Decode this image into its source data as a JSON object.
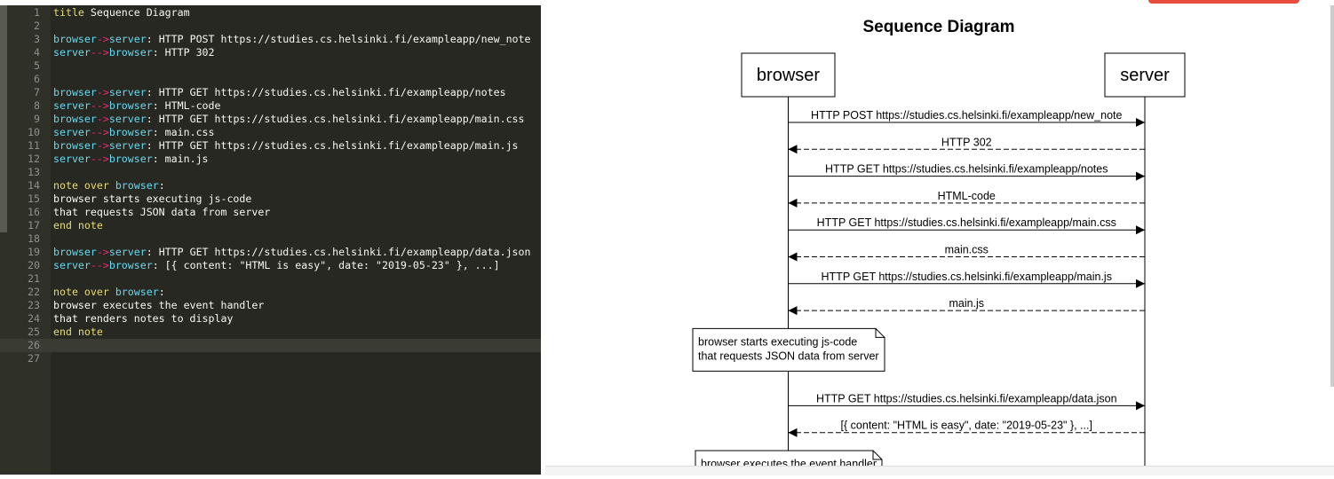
{
  "editor": {
    "lines": [
      [
        [
          "kw",
          "title"
        ],
        [
          "tx",
          " Sequence Diagram"
        ]
      ],
      [],
      [
        [
          "id",
          "browser"
        ],
        [
          "ar",
          "->"
        ],
        [
          "id",
          "server"
        ],
        [
          "tx",
          ": HTTP POST https://studies.cs.helsinki.fi/exampleapp/new_note"
        ]
      ],
      [
        [
          "id",
          "server"
        ],
        [
          "ar",
          "-->"
        ],
        [
          "id",
          "browser"
        ],
        [
          "tx",
          ": HTTP 302"
        ]
      ],
      [],
      [],
      [
        [
          "id",
          "browser"
        ],
        [
          "ar",
          "->"
        ],
        [
          "id",
          "server"
        ],
        [
          "tx",
          ": HTTP GET https://studies.cs.helsinki.fi/exampleapp/notes"
        ]
      ],
      [
        [
          "id",
          "server"
        ],
        [
          "ar",
          "-->"
        ],
        [
          "id",
          "browser"
        ],
        [
          "tx",
          ": HTML-code"
        ]
      ],
      [
        [
          "id",
          "browser"
        ],
        [
          "ar",
          "->"
        ],
        [
          "id",
          "server"
        ],
        [
          "tx",
          ": HTTP GET https://studies.cs.helsinki.fi/exampleapp/main.css"
        ]
      ],
      [
        [
          "id",
          "server"
        ],
        [
          "ar",
          "-->"
        ],
        [
          "id",
          "browser"
        ],
        [
          "tx",
          ": main.css"
        ]
      ],
      [
        [
          "id",
          "browser"
        ],
        [
          "ar",
          "->"
        ],
        [
          "id",
          "server"
        ],
        [
          "tx",
          ": HTTP GET https://studies.cs.helsinki.fi/exampleapp/main.js"
        ]
      ],
      [
        [
          "id",
          "server"
        ],
        [
          "ar",
          "-->"
        ],
        [
          "id",
          "browser"
        ],
        [
          "tx",
          ": main.js"
        ]
      ],
      [],
      [
        [
          "kw",
          "note over"
        ],
        [
          "tx",
          " "
        ],
        [
          "id",
          "browser"
        ],
        [
          "tx",
          ":"
        ]
      ],
      [
        [
          "tx",
          "browser starts executing js-code"
        ]
      ],
      [
        [
          "tx",
          "that requests JSON data from server"
        ]
      ],
      [
        [
          "kw",
          "end note"
        ]
      ],
      [],
      [
        [
          "id",
          "browser"
        ],
        [
          "ar",
          "->"
        ],
        [
          "id",
          "server"
        ],
        [
          "tx",
          ": HTTP GET https://studies.cs.helsinki.fi/exampleapp/data.json"
        ]
      ],
      [
        [
          "id",
          "server"
        ],
        [
          "ar",
          "-->"
        ],
        [
          "id",
          "browser"
        ],
        [
          "tx",
          ": [{ content: \"HTML is easy\", date: \"2019-05-23\" }, ...]"
        ]
      ],
      [],
      [
        [
          "kw",
          "note over"
        ],
        [
          "tx",
          " "
        ],
        [
          "id",
          "browser"
        ],
        [
          "tx",
          ":"
        ]
      ],
      [
        [
          "tx",
          "browser executes the event handler"
        ]
      ],
      [
        [
          "tx",
          "that renders notes to display"
        ]
      ],
      [
        [
          "kw",
          "end note"
        ]
      ],
      [],
      []
    ],
    "active_line": 26
  },
  "diagram": {
    "title": "Sequence Diagram",
    "participants": [
      "browser",
      "server"
    ],
    "steps": [
      {
        "kind": "msg",
        "dir": "right",
        "dashed": false,
        "label": "HTTP POST https://studies.cs.helsinki.fi/exampleapp/new_note"
      },
      {
        "kind": "msg",
        "dir": "left",
        "dashed": true,
        "label": "HTTP 302"
      },
      {
        "kind": "msg",
        "dir": "right",
        "dashed": false,
        "label": "HTTP GET https://studies.cs.helsinki.fi/exampleapp/notes"
      },
      {
        "kind": "msg",
        "dir": "left",
        "dashed": true,
        "label": "HTML-code"
      },
      {
        "kind": "msg",
        "dir": "right",
        "dashed": false,
        "label": "HTTP GET https://studies.cs.helsinki.fi/exampleapp/main.css"
      },
      {
        "kind": "msg",
        "dir": "left",
        "dashed": true,
        "label": "main.css"
      },
      {
        "kind": "msg",
        "dir": "right",
        "dashed": false,
        "label": "HTTP GET https://studies.cs.helsinki.fi/exampleapp/main.js"
      },
      {
        "kind": "msg",
        "dir": "left",
        "dashed": true,
        "label": "main.js"
      },
      {
        "kind": "note",
        "lines": [
          "browser starts executing js-code",
          "that requests JSON data from server"
        ]
      },
      {
        "kind": "msg",
        "dir": "right",
        "dashed": false,
        "label": "HTTP GET https://studies.cs.helsinki.fi/exampleapp/data.json"
      },
      {
        "kind": "msg",
        "dir": "left",
        "dashed": true,
        "label": "[{ content: \"HTML is easy\", date: \"2019-05-23\" }, ...]"
      },
      {
        "kind": "note",
        "lines": [
          "browser executes the event handler",
          "that renders notes to display"
        ]
      }
    ]
  }
}
